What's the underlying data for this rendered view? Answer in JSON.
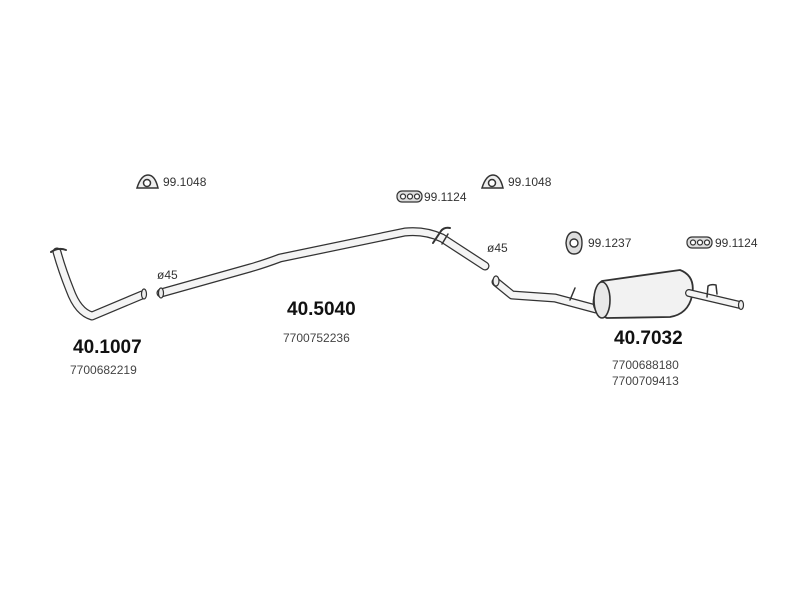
{
  "parts": {
    "front_pipe": {
      "number": "40.1007",
      "oem": [
        "7700682219"
      ]
    },
    "middle_pipe": {
      "number": "40.5040",
      "oem": [
        "7700752236"
      ]
    },
    "rear_silencer": {
      "number": "40.7032",
      "oem": [
        "7700688180",
        "7700709413"
      ]
    }
  },
  "accessories": {
    "clamp_left": "99.1048",
    "clamp_right": "99.1048",
    "hanger_mid": "99.1124",
    "ring_rear": "99.1237",
    "hanger_rear": "99.1124"
  },
  "diameters": {
    "left": "ø45",
    "right": "ø45"
  },
  "icons": {
    "clamp": "pipe-clamp-icon",
    "hanger": "rubber-hanger-icon",
    "ring": "rubber-ring-icon"
  },
  "colors": {
    "outline": "#333333",
    "fill": "#f2f2f2"
  }
}
